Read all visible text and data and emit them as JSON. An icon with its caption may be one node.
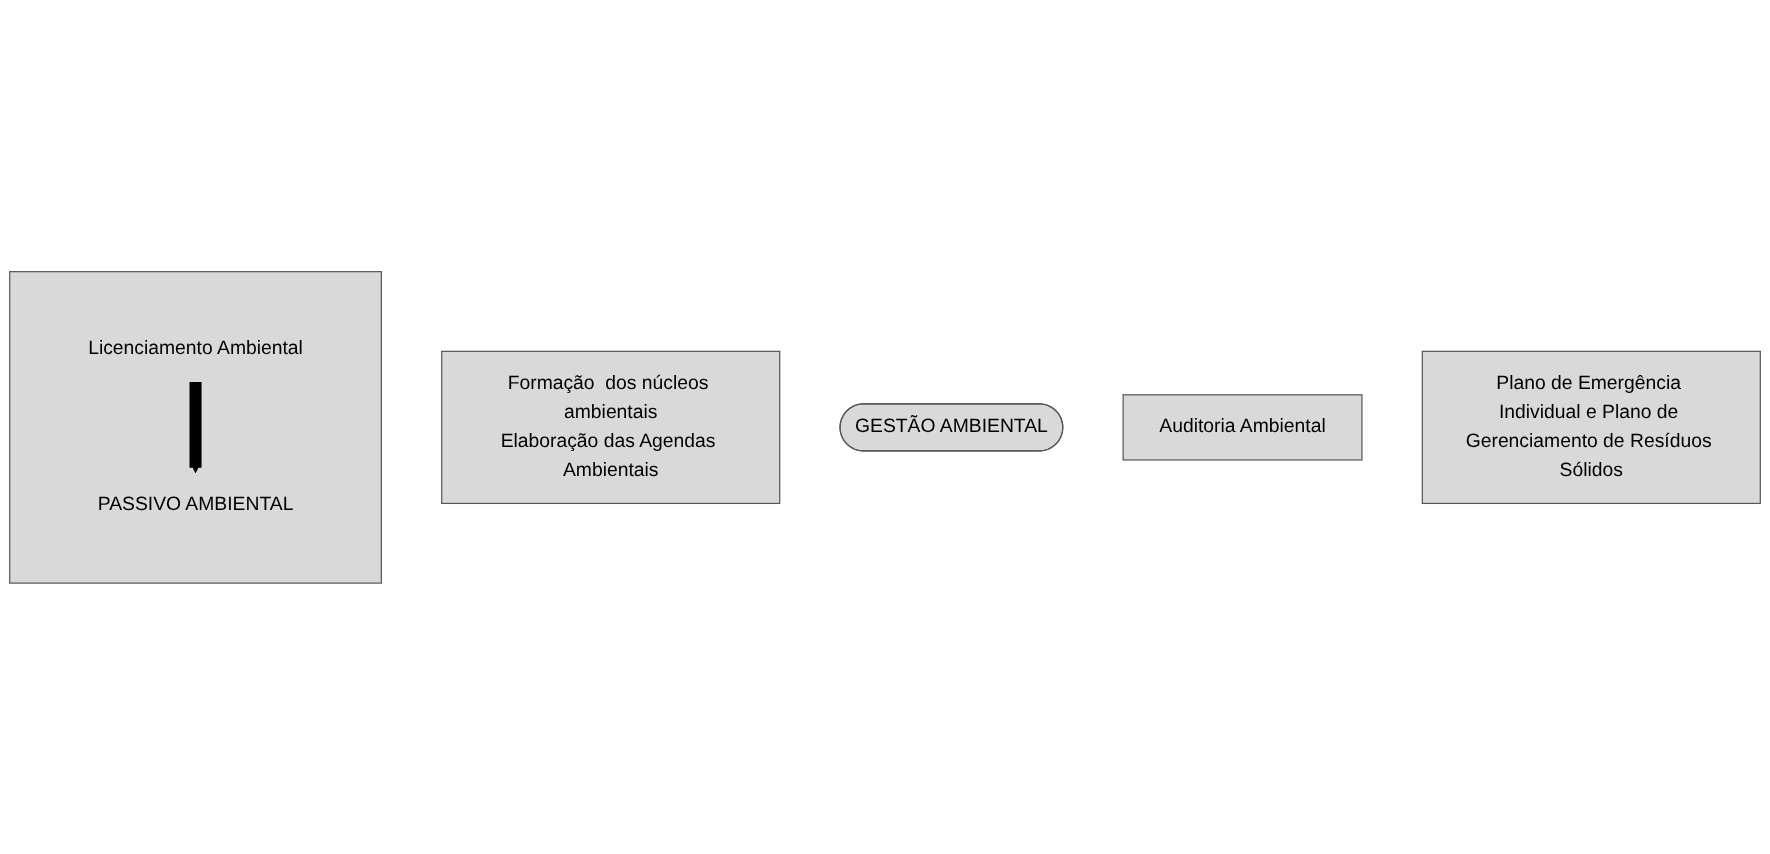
{
  "diagram": {
    "nodes": [
      {
        "text": [
          "Formação  dos núcleos ambientais",
          "Elaboração das Agendas Ambientais"
        ]
      },
      {
        "text": [],
        "shape": "box"
      },
      {
        "text": [
          "Licenciamento Ambiental"
        ],
        "in": 1
      },
      {
        "text": [
          "PASSIVO AMBIENTAL"
        ],
        "in": 1
      },
      {
        "text": [
          "GESTÃO AMBIENTAL"
        ]
      },
      {
        "text": [
          "Auditoria Ambiental"
        ]
      },
      {
        "text": [
          "Plano de Emergência Individual e Plano de Gerenciamento de Resíduos Sólidos"
        ]
      }
    ],
    "edges": [
      {
        "from": 2,
        "to": 3,
        "arrow": "to"
      }
    ]
  }
}
